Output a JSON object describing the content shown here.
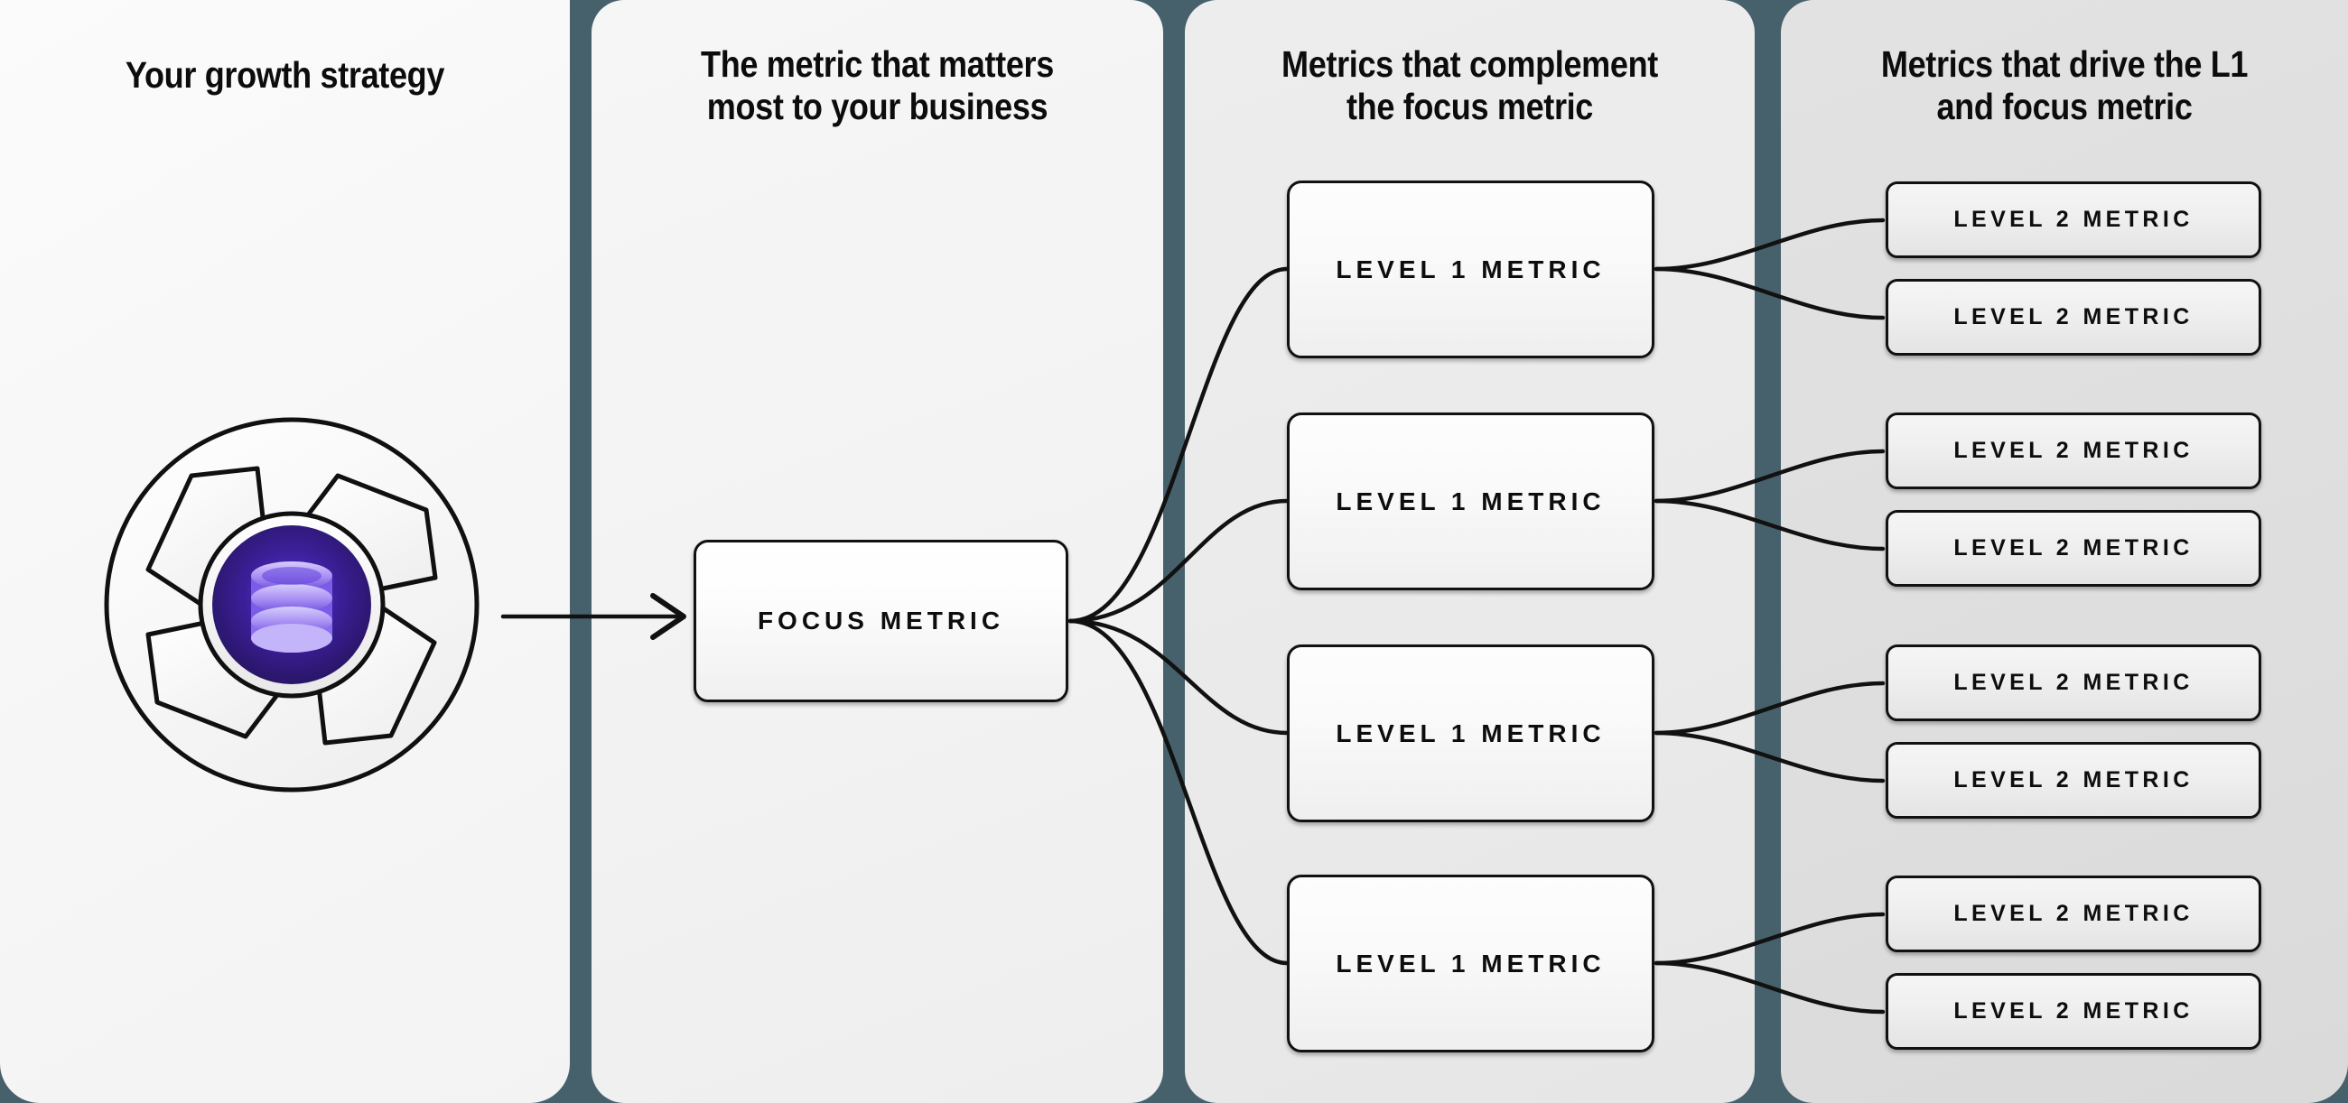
{
  "diagram": {
    "title": "Growth strategy metric tree",
    "columns": [
      {
        "id": "col-strategy",
        "heading": "Your growth strategy"
      },
      {
        "id": "col-focus",
        "heading": "The metric that matters\nmost to your business"
      },
      {
        "id": "col-level1",
        "heading": "Metrics that complement\nthe focus metric"
      },
      {
        "id": "col-level2",
        "heading": "Metrics that drive the L1\nand focus metric"
      }
    ],
    "headings": {
      "col1": "Your growth strategy",
      "col2_line1": "The metric that matters",
      "col2_line2": "most to your business",
      "col3_line1": "Metrics that complement",
      "col3_line2": "the focus metric",
      "col4_line1": "Metrics that drive the L1",
      "col4_line2": "and focus metric"
    },
    "logo": {
      "icon_name": "database-aperture-logo",
      "center_icon": "database-stack-icon",
      "ring_color": "#111111",
      "core_color_outer": "#2a1a6e",
      "core_color_inner": "#5b3ad6",
      "stack_color": "#b9a6f7",
      "blade_fill": "#fbfbfb"
    },
    "focus_metric": {
      "label": "FOCUS METRIC"
    },
    "level1_metrics": [
      {
        "label": "LEVEL 1 METRIC"
      },
      {
        "label": "LEVEL 1 METRIC"
      },
      {
        "label": "LEVEL 1 METRIC"
      },
      {
        "label": "LEVEL 1 METRIC"
      }
    ],
    "level2_metrics": [
      {
        "label": "LEVEL 2 METRIC"
      },
      {
        "label": "LEVEL 2 METRIC"
      },
      {
        "label": "LEVEL 2 METRIC"
      },
      {
        "label": "LEVEL 2 METRIC"
      },
      {
        "label": "LEVEL 2 METRIC"
      },
      {
        "label": "LEVEL 2 METRIC"
      },
      {
        "label": "LEVEL 2 METRIC"
      },
      {
        "label": "LEVEL 2 METRIC"
      }
    ],
    "colors": {
      "divider": "#4a666f",
      "panel1_bg": "#f8f8f8",
      "panel2_bg": "#f2f2f2",
      "panel3_bg": "#eaeaea",
      "panel4_bg": "#dedede",
      "box_border": "#111111",
      "text": "#0d0d0d",
      "accent_purple": "#5b3ad6"
    },
    "connectors": {
      "strategy_to_focus": "arrow",
      "focus_to_level1": "curve-fan",
      "level1_to_level2": "curve-split"
    }
  }
}
